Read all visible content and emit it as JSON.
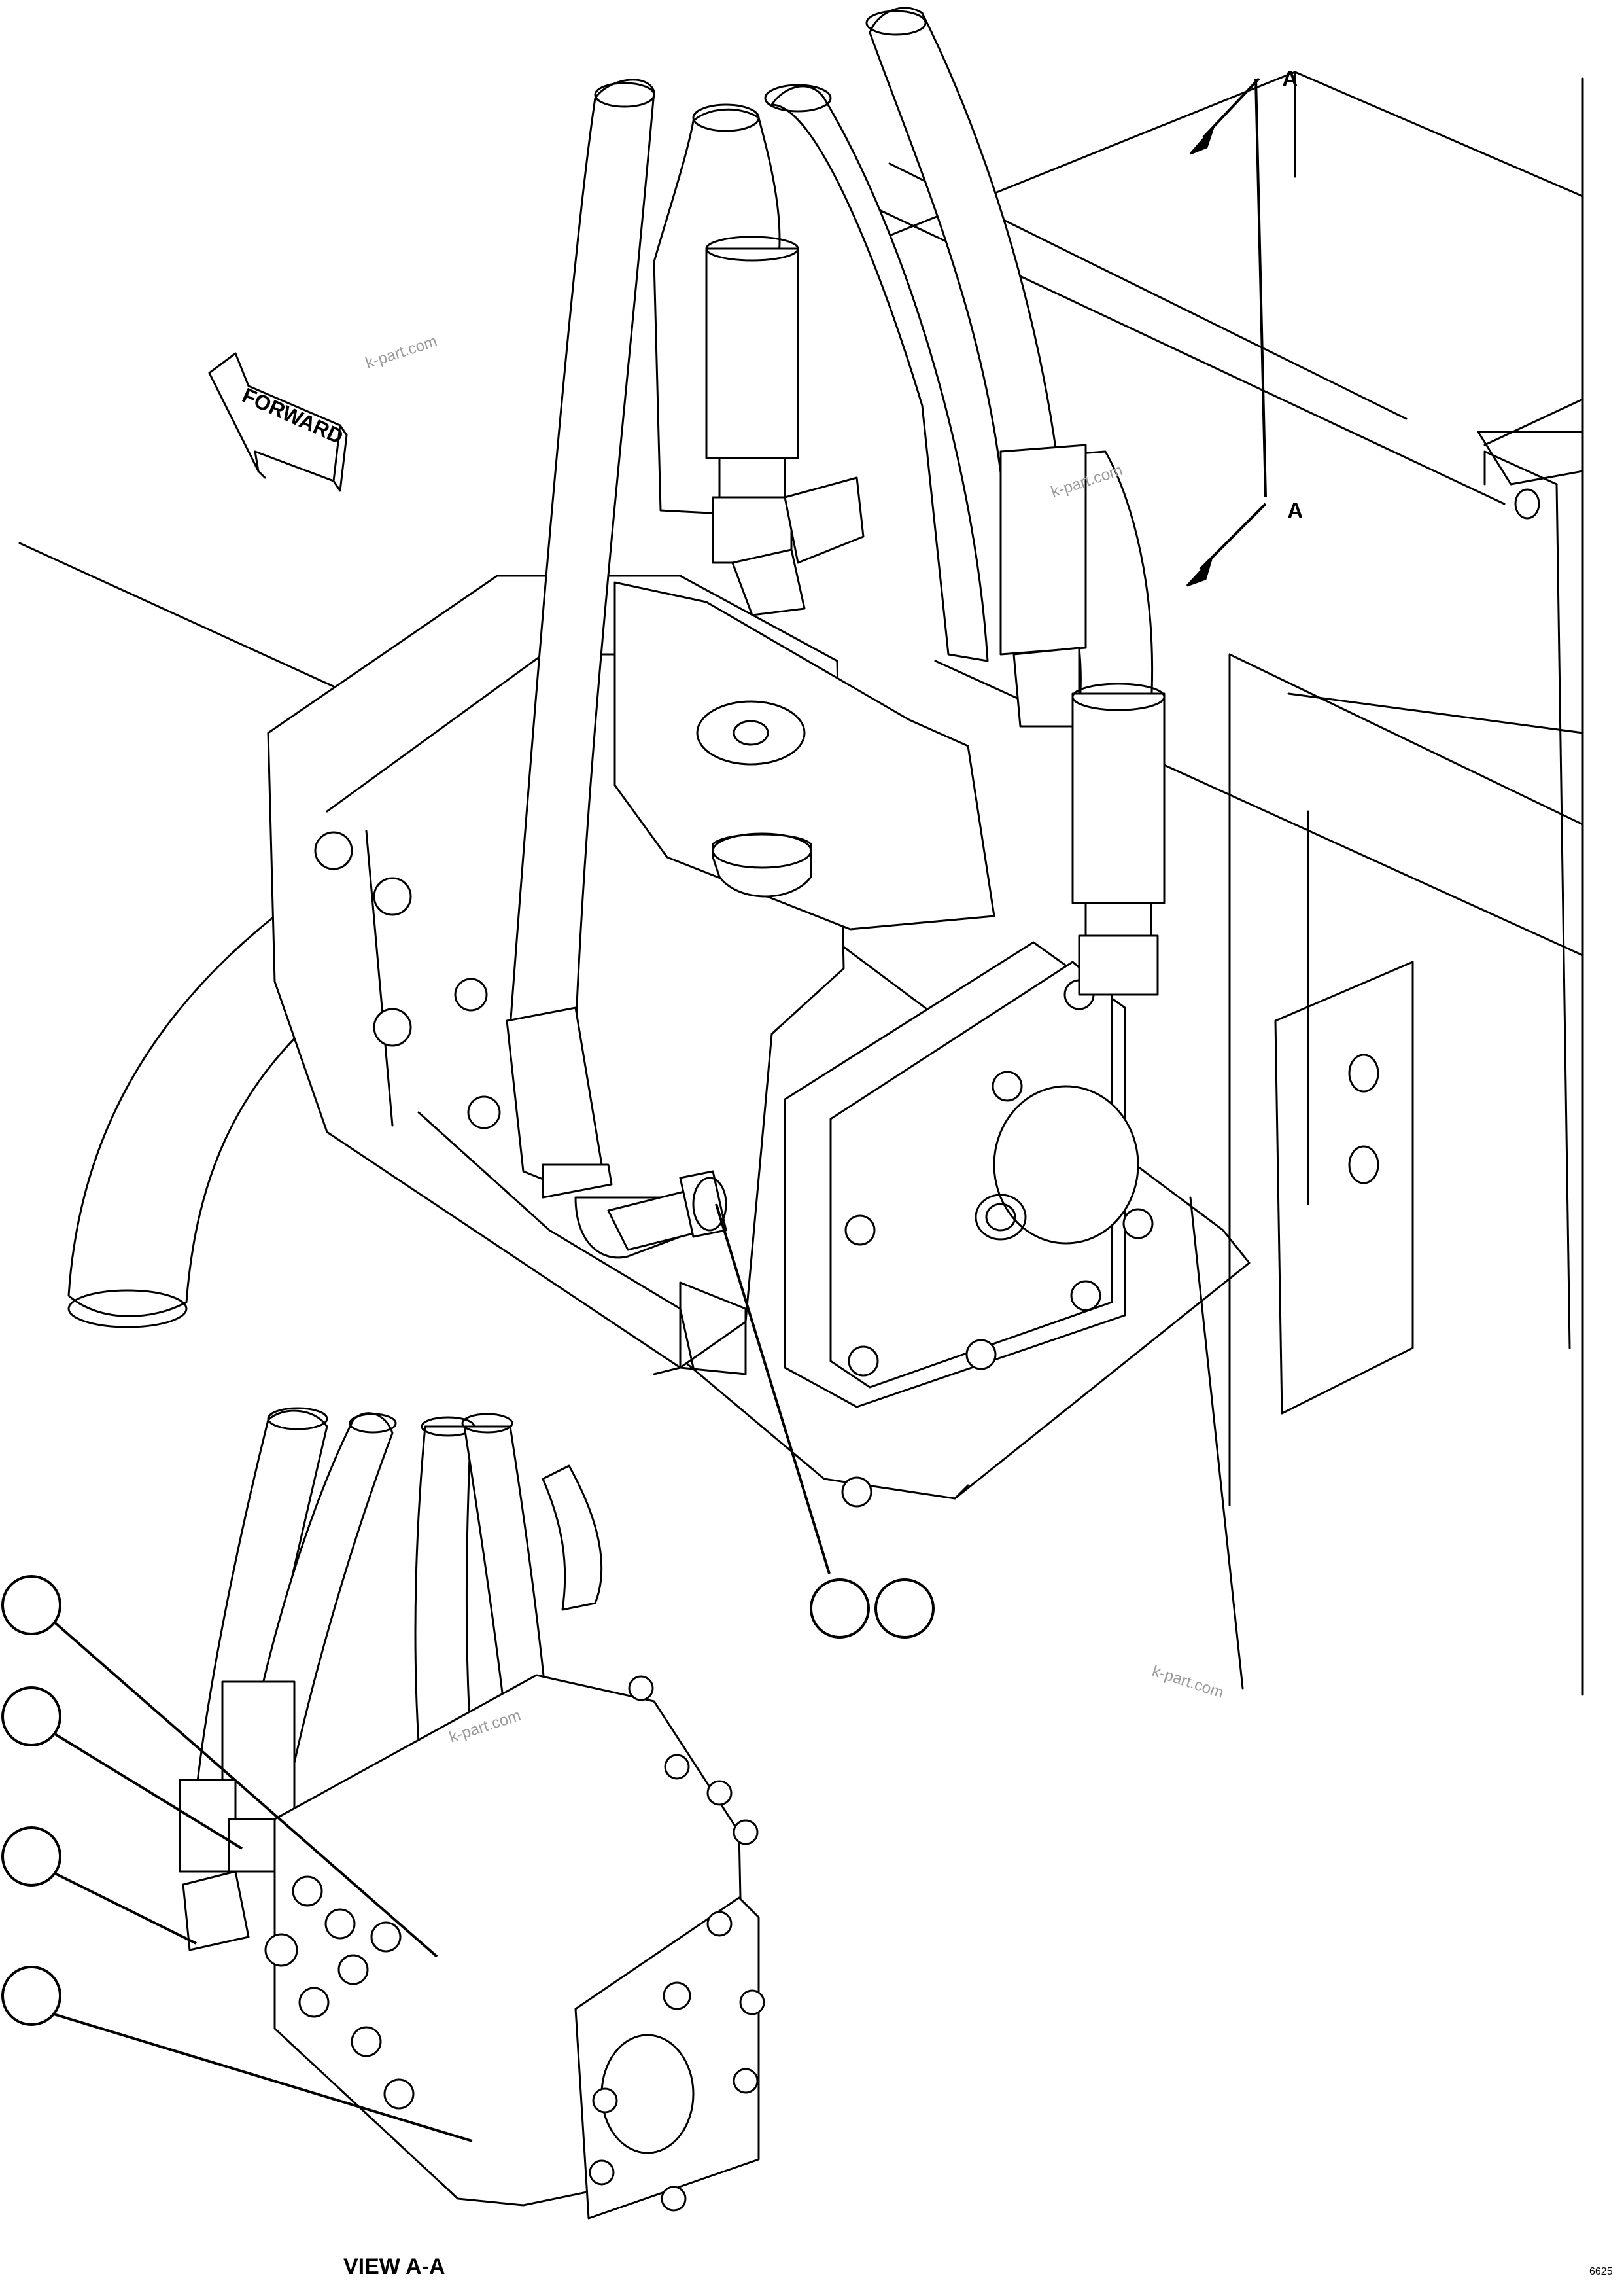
{
  "section_marker": {
    "top": "A",
    "bottom": "A"
  },
  "direction_arrow": {
    "label": "FORWARD"
  },
  "view_caption": "VIEW A-A",
  "watermarks": [
    "k-part.com",
    "k-part.com",
    "k-part.com",
    "k-part.com"
  ],
  "drawing_code": "6625",
  "callouts": {
    "main_view": [
      "",
      ""
    ],
    "view_a_a": [
      "",
      "",
      "",
      ""
    ]
  }
}
